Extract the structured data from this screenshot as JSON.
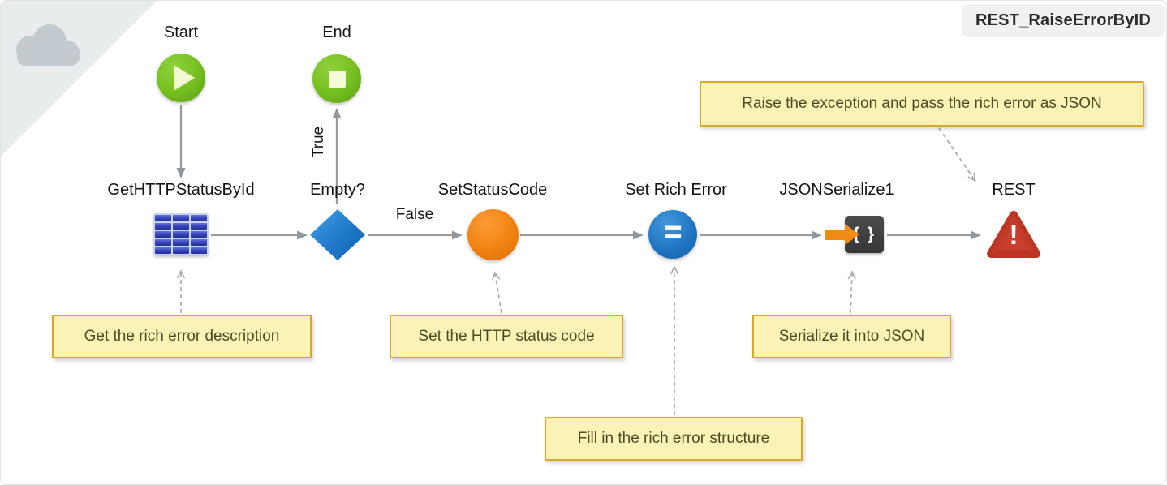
{
  "title": "REST_RaiseErrorByID",
  "nodes": {
    "start": {
      "label": "Start"
    },
    "end": {
      "label": "End"
    },
    "aggregate": {
      "label": "GetHTTPStatusById"
    },
    "decision": {
      "label": "Empty?",
      "true_label": "True",
      "false_label": "False"
    },
    "set_status": {
      "label": "SetStatusCode"
    },
    "assign": {
      "label": "Set Rich Error",
      "glyph": "="
    },
    "serialize": {
      "label": "JSONSerialize1",
      "glyph": "{ }"
    },
    "exception": {
      "label": "REST",
      "glyph": "!"
    }
  },
  "comments": {
    "get_rich_error": {
      "text": "Get the rich error description"
    },
    "set_status_code": {
      "text": "Set the HTTP status code"
    },
    "fill_rich_error": {
      "text": "Fill in the rich error structure"
    },
    "serialize_json": {
      "text": "Serialize it into JSON"
    },
    "raise_exception": {
      "text": "Raise the exception and pass the rich error as JSON"
    }
  },
  "icons": {
    "corner": "cloud-icon",
    "start": "play-icon",
    "end": "stop-icon",
    "aggregate": "table-grid-icon",
    "decision": "diamond-icon",
    "set_status": "orange-circle-icon",
    "assign": "equals-icon",
    "serialize": "json-braces-arrow-icon",
    "exception": "warning-triangle-icon"
  },
  "colors": {
    "start_end_green": "#74be1e",
    "decision_blue": "#1f78c8",
    "status_orange": "#f1820f",
    "assign_blue": "#1d73bf",
    "serialize_dark": "#3b3c3c",
    "serialize_arrow_orange": "#f08a12",
    "exception_red": "#c33c2a",
    "aggregate_blue": "#3a47c0",
    "comment_fill": "#fbf3b5",
    "comment_border": "#d9a826",
    "connector_gray": "#9c9c9c",
    "corner_gray": "#e9eced",
    "cloud_gray": "#c3cad0"
  }
}
